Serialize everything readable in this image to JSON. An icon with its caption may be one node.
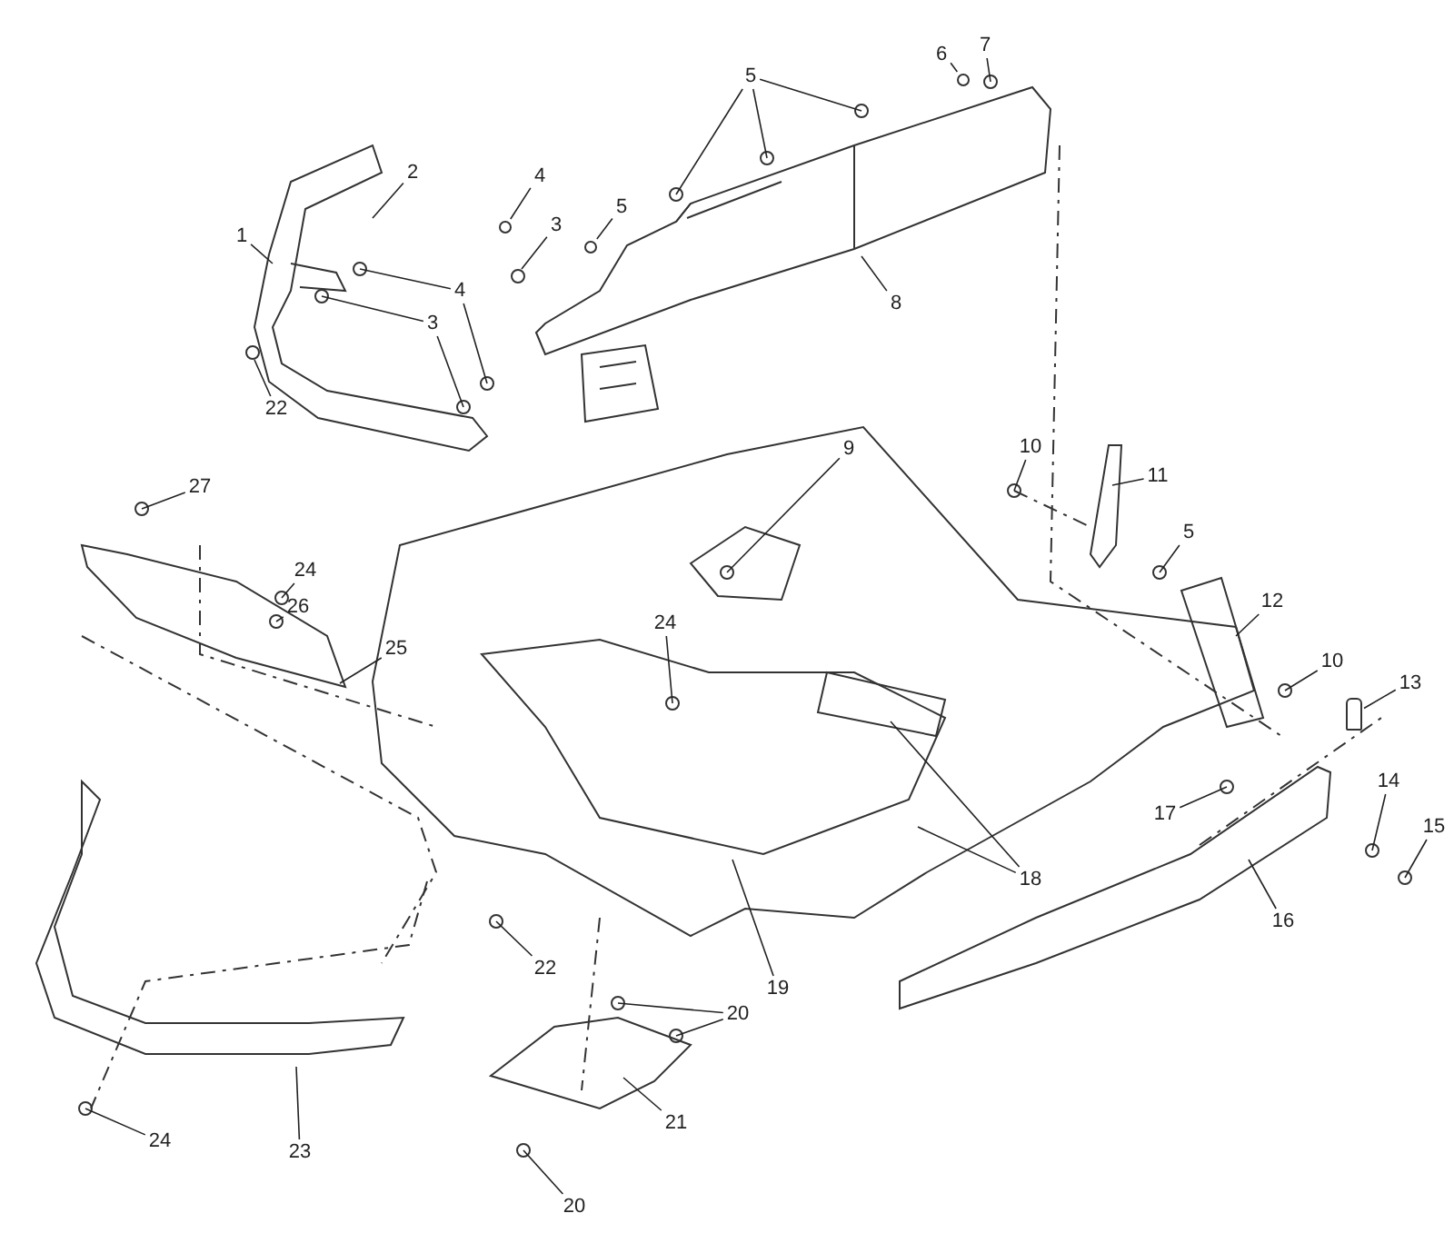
{
  "diagram": {
    "nodes": [
      {
        "text": [
          "5"
        ]
      },
      {
        "text": [
          "6"
        ]
      },
      {
        "text": [
          "7"
        ]
      },
      {
        "text": [
          "2"
        ]
      },
      {
        "text": [
          "4"
        ]
      },
      {
        "text": [
          "1"
        ]
      },
      {
        "text": [
          "3"
        ]
      },
      {
        "text": [
          "5"
        ]
      },
      {
        "text": [
          "4"
        ]
      },
      {
        "text": [
          "3"
        ]
      },
      {
        "text": [
          "8"
        ]
      },
      {
        "text": [
          "22"
        ]
      },
      {
        "text": [
          "9"
        ]
      },
      {
        "text": [
          "10"
        ]
      },
      {
        "text": [
          "11"
        ]
      },
      {
        "text": [
          "27"
        ]
      },
      {
        "text": [
          "5"
        ]
      },
      {
        "text": [
          "24"
        ]
      },
      {
        "text": [
          "26"
        ]
      },
      {
        "text": [
          "12"
        ]
      },
      {
        "text": [
          "24"
        ]
      },
      {
        "text": [
          "25"
        ]
      },
      {
        "text": [
          "10"
        ]
      },
      {
        "text": [
          "13"
        ]
      },
      {
        "text": [
          "17"
        ]
      },
      {
        "text": [
          "14"
        ]
      },
      {
        "text": [
          "15"
        ]
      },
      {
        "text": [
          "18"
        ]
      },
      {
        "text": [
          "16"
        ]
      },
      {
        "text": [
          "22"
        ]
      },
      {
        "text": [
          "19"
        ]
      },
      {
        "text": [
          "20"
        ]
      },
      {
        "text": [
          "21"
        ]
      },
      {
        "text": [
          "24"
        ]
      },
      {
        "text": [
          "23"
        ]
      },
      {
        "text": [
          "20"
        ]
      },
      {
        "text": [],
        "shape": "circle"
      },
      {
        "text": [],
        "shape": "circle"
      },
      {
        "text": [],
        "shape": "box"
      },
      {
        "text": [],
        "shape": "circle"
      }
    ],
    "edges": [
      {
        "from": 0,
        "to": null,
        "arrow": "none"
      },
      {
        "from": 0,
        "to": null,
        "arrow": "none"
      },
      {
        "from": 0,
        "to": null,
        "arrow": "none"
      },
      {
        "from": 1,
        "to": 39,
        "arrow": "none"
      },
      {
        "from": 2,
        "to": null,
        "arrow": "none"
      },
      {
        "from": 3,
        "to": null,
        "arrow": "none"
      },
      {
        "from": 4,
        "to": 36,
        "arrow": "none"
      },
      {
        "from": 5,
        "to": null,
        "arrow": "none"
      },
      {
        "from": 6,
        "to": null,
        "arrow": "none"
      },
      {
        "from": 7,
        "to": 37,
        "arrow": "none"
      },
      {
        "from": 8,
        "to": null,
        "arrow": "none"
      },
      {
        "from": 8,
        "to": null,
        "arrow": "none"
      },
      {
        "from": 9,
        "to": null,
        "arrow": "none"
      },
      {
        "from": 9,
        "to": null,
        "arrow": "none"
      },
      {
        "from": 10,
        "to": null,
        "arrow": "none"
      },
      {
        "from": 11,
        "to": null,
        "arrow": "none"
      },
      {
        "from": 12,
        "to": null,
        "arrow": "none"
      },
      {
        "from": 13,
        "to": null,
        "arrow": "none"
      },
      {
        "from": 14,
        "to": null,
        "arrow": "none"
      },
      {
        "from": 15,
        "to": null,
        "arrow": "none"
      },
      {
        "from": 16,
        "to": null,
        "arrow": "none"
      },
      {
        "from": 17,
        "to": null,
        "arrow": "none"
      },
      {
        "from": 18,
        "to": null,
        "arrow": "none"
      },
      {
        "from": 19,
        "to": null,
        "arrow": "none"
      },
      {
        "from": 20,
        "to": null,
        "arrow": "none"
      },
      {
        "from": 21,
        "to": null,
        "arrow": "none"
      },
      {
        "from": 22,
        "to": null,
        "arrow": "none"
      },
      {
        "from": 23,
        "to": 38,
        "arrow": "none"
      },
      {
        "from": 24,
        "to": null,
        "arrow": "none"
      },
      {
        "from": 25,
        "to": null,
        "arrow": "none"
      },
      {
        "from": 26,
        "to": null,
        "arrow": "none"
      },
      {
        "from": 27,
        "to": null,
        "arrow": "none"
      },
      {
        "from": 27,
        "to": null,
        "arrow": "none"
      },
      {
        "from": 28,
        "to": null,
        "arrow": "none"
      },
      {
        "from": 29,
        "to": null,
        "arrow": "none"
      },
      {
        "from": 30,
        "to": null,
        "arrow": "none"
      },
      {
        "from": 31,
        "to": null,
        "arrow": "none"
      },
      {
        "from": 31,
        "to": null,
        "arrow": "none"
      },
      {
        "from": 32,
        "to": null,
        "arrow": "none"
      },
      {
        "from": 33,
        "to": null,
        "arrow": "none"
      },
      {
        "from": 34,
        "to": null,
        "arrow": "none"
      },
      {
        "from": 35,
        "to": null,
        "arrow": "none"
      }
    ]
  }
}
